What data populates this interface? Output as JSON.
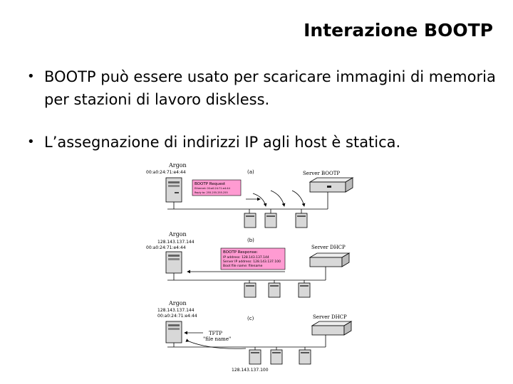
{
  "slide": {
    "title": "Interazione BOOTP",
    "bullets": [
      "BOOTP può essere usato per scaricare immagini di memoria per stazioni di lavoro diskless.",
      "L’assegnazione di indirizzi IP agli host è statica."
    ],
    "bullet_symbol": "•"
  },
  "diagram": {
    "panel_a": {
      "host_name": "Argon",
      "host_mac": "00:a0:24:71:e4:44",
      "tag": "(a)",
      "server_label": "Server BOOTP",
      "message_lines": [
        "BOOTP Request",
        "Ethernet: 00:a0:24:71:e4:44",
        "Reply to: 255.255.255.255"
      ]
    },
    "panel_b": {
      "host_name": "Argon",
      "host_ip": "128.143.137.144",
      "host_mac": "00:a0:24:71:e4:44",
      "tag": "(b)",
      "server_label": "Server DHCP",
      "message_lines": [
        "BOOTP Response:",
        "IP address: 128.143.137.144",
        "Server IP address: 128.143.137.100",
        "Boot file name: filename"
      ]
    },
    "panel_c": {
      "host_name": "Argon",
      "host_ip": "128.143.137.144",
      "host_mac": "00:a0:24:71:e4:44",
      "tag": "(c)",
      "server_label": "Server DHCP",
      "tftp_label": "TFTP",
      "file_label": "\"file name\"",
      "server_ip": "128.143.137.100"
    },
    "colors": {
      "message_box": "#ff9bd2",
      "line": "#000000",
      "device": "#d8d8d8"
    }
  }
}
